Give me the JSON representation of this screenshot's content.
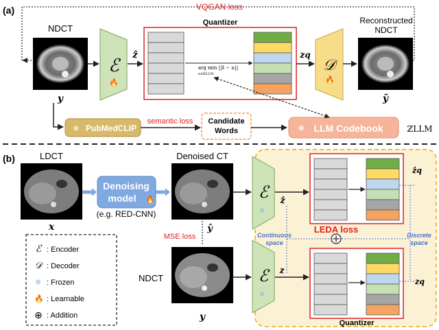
{
  "panel_a": {
    "tag": "(a)",
    "vqgan_loss": "VQGAN loss",
    "ndct_label": "NDCT",
    "y_symbol": "y",
    "encoder_symbol": "ℰ",
    "z_hat_symbol": "ẑ",
    "quantizer_title": "Quantizer",
    "argmin_text": "arg min ||ẑ − zᵢ||",
    "argmin_sub": "zᵢ∈ℤLLM",
    "zq_symbol": "zq",
    "decoder_symbol": "𝒟",
    "reconstructed_label_1": "Reconstructed",
    "reconstructed_label_2": "NDCT",
    "y_tilde_symbol": "ỹ",
    "pubmedclip_label": "PubMedCLIP",
    "semantic_loss": "semantic loss",
    "candidate_1": "Candidate",
    "candidate_2": "Words",
    "llm_codebook_label": "LLM Codebook",
    "z_llm_symbol": "ℤLLM"
  },
  "panel_b": {
    "tag": "(b)",
    "ldct_label": "LDCT",
    "x_symbol": "x",
    "denoising_1": "Denoising",
    "denoising_2": "model",
    "example_text": "(e.g. RED-CNN)",
    "denoised_label": "Denoised CT",
    "y_hat_symbol": "ŷ",
    "mse_loss": "MSE loss",
    "ndct_label": "NDCT",
    "y_symbol": "y",
    "leda_loss": "LEDA loss",
    "continuous_1": "Continuous",
    "continuous_2": "space",
    "discrete_1": "Discrete",
    "discrete_2": "space",
    "z_hat_symbol": "ẑ",
    "z_symbol": "z",
    "zq_hat_symbol": "ẑq",
    "zq_symbol": "zq",
    "quantizer_title": "Quantizer",
    "encoder_symbol": "ℰ"
  },
  "legend": {
    "encoder": ": Encoder",
    "decoder": ": Decoder",
    "frozen": ": Frozen",
    "learnable": ": Learnable",
    "addition": ": Addition",
    "encoder_symbol": "ℰ",
    "decoder_symbol": "𝒟",
    "addition_symbol": "⊕"
  },
  "colors": {
    "red": "#e02020",
    "green_trap": "#cfe3b9",
    "yellow_trap": "#f7dc8a",
    "pubmedclip": "#d8b96a",
    "llm_codebook": "#f6b59a",
    "denoising": "#7fa9e0",
    "leda_bg": "#fbf2d6",
    "leda_border": "#f0b429",
    "code_green": "#70ad47",
    "code_yellow": "#ffd966",
    "code_blue": "#bdd7ee",
    "code_lightgreen": "#c5e0b4",
    "code_gray": "#a6a6a6",
    "code_orange": "#f4a460"
  }
}
